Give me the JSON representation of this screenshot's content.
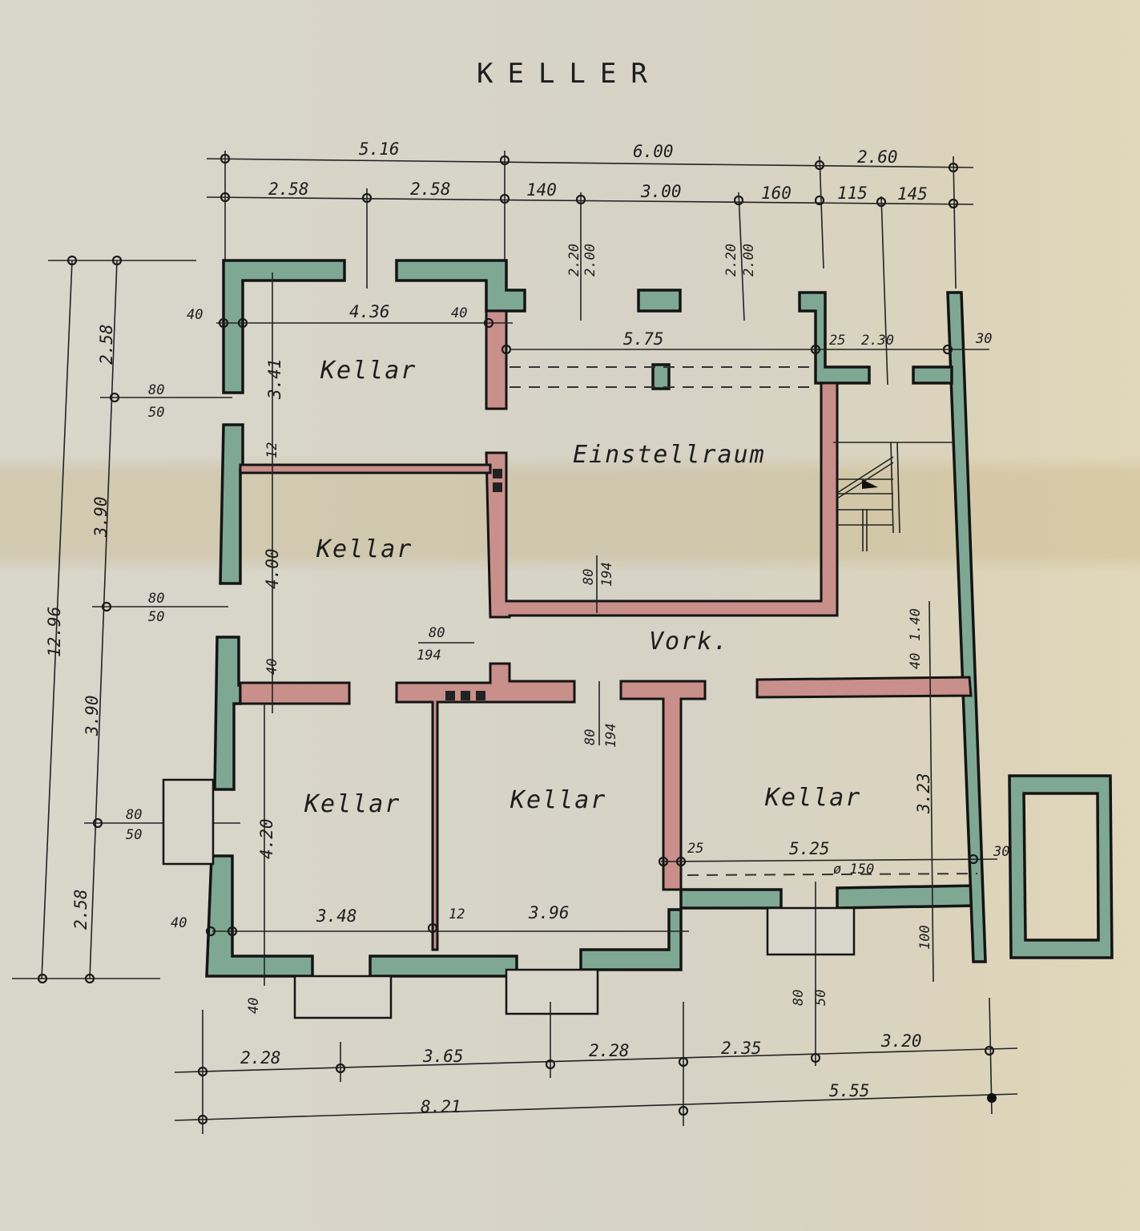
{
  "title": "KELLER",
  "rooms": {
    "keller_top_left": "Kellar",
    "keller_mid_left": "Kellar",
    "einstellraum": "Einstellraum",
    "vorkeller": "Vork.",
    "keller_bottom_left": "Kellar",
    "keller_bottom_mid": "Kellar",
    "keller_bottom_right": "Kellar"
  },
  "dimensions": {
    "top_overall": [
      "5.16",
      "6.00",
      "2.60"
    ],
    "top_detail": [
      "2.58",
      "2.58",
      "140",
      "3.00",
      "160",
      "115",
      "145"
    ],
    "left_overall": "12.96",
    "left_detail": [
      "2.58",
      "3.90",
      "3.90",
      "2.58"
    ],
    "bottom_detail": [
      "2.28",
      "3.65",
      "2.28",
      "2.35",
      "3.20"
    ],
    "bottom_overall": [
      "8.21",
      "5.55"
    ],
    "windows_left": [
      {
        "width": "80",
        "height": "50"
      },
      {
        "width": "80",
        "height": "50"
      },
      {
        "width": "80",
        "height": "50"
      }
    ],
    "doors": [
      {
        "width": "80",
        "height": "194"
      },
      {
        "width": "80",
        "height": "194"
      },
      {
        "width": "80",
        "height": "194"
      }
    ],
    "window_heights_top": [
      {
        "a": "2.20",
        "b": "2.00"
      },
      {
        "a": "2.20",
        "b": "2.00"
      }
    ],
    "keller_tl_width": "4.36",
    "keller_tl_height": "3.41",
    "wall_40_labels": [
      "40",
      "40",
      "40",
      "40",
      "40",
      "40"
    ],
    "wall_12_labels": [
      "12",
      "12"
    ],
    "keller_ml_height": "4.00",
    "einstellraum_width": "5.75",
    "stair_dims": [
      "25",
      "2.30",
      "30"
    ],
    "vork_dims": [
      "40",
      "1.40"
    ],
    "keller_br_height": "3.23",
    "keller_br_width": "5.25",
    "keller_br_wall": "25",
    "pipe": "ø 150",
    "keller_bl_width": "3.48",
    "keller_bm_width": "3.96",
    "keller_bl_height": "4.20",
    "right_wall": "30",
    "right_annex_wall": "30",
    "bottom_window": {
      "width": "80",
      "height": "50"
    },
    "depth_100": "100"
  },
  "legend_colors": {
    "exterior_wall": "#7fa894",
    "interior_wall": "#c98f8b",
    "paper": "#d8d5ca",
    "ink": "#1d1d1d"
  }
}
